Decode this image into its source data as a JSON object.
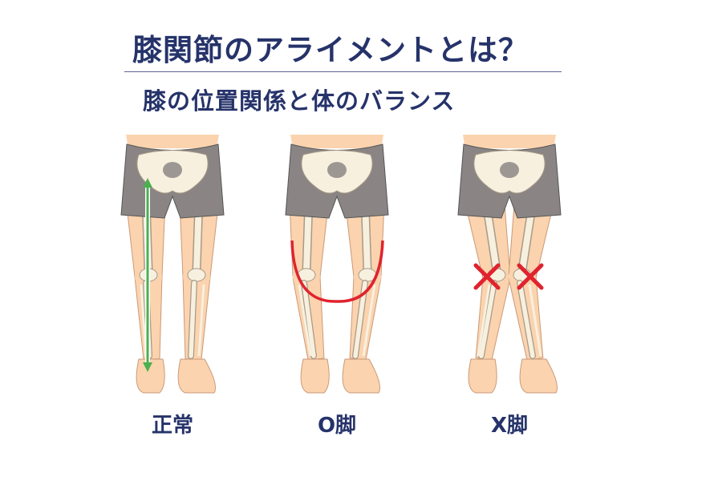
{
  "header": {
    "title": "膝関節のアライメントとは？",
    "subtitle": "膝の位置関係と体のバランス"
  },
  "figures": [
    {
      "label": "正常",
      "marker": "green-vertical-arrow"
    },
    {
      "label": "O脚",
      "marker": "red-arc"
    },
    {
      "label": "X脚",
      "marker": "red-x"
    }
  ],
  "colors": {
    "text": "#26336a",
    "skin": "#fbd3ae",
    "shorts": "#8a8584",
    "bone": "#f7f0df",
    "green": "#4caf50",
    "red": "#e0232e"
  }
}
